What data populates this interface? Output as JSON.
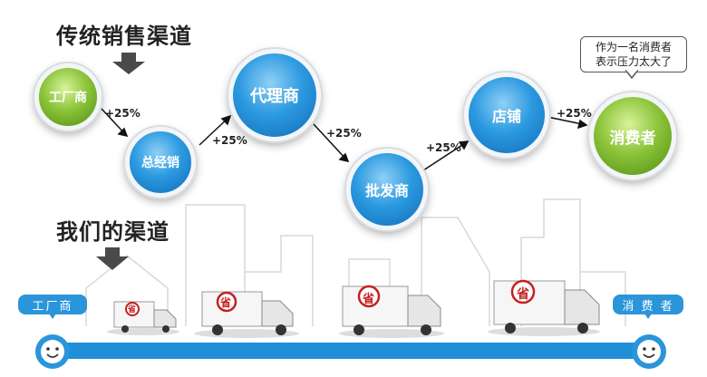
{
  "traditional": {
    "title": "传统销售渠道",
    "nodes": [
      "工厂商",
      "总经销",
      "代理商",
      "批发商",
      "店铺",
      "消费者"
    ],
    "markups": [
      "+25%",
      "+25%",
      "+25%",
      "+25%",
      "+25%"
    ],
    "speech": [
      "作为一名消费者",
      "表示压力太大了"
    ]
  },
  "ours": {
    "title": "我们的渠道",
    "start_label": "工厂商",
    "end_label": "消 费 者",
    "truck_stamp": "省"
  },
  "colors": {
    "blue": "#2b95da",
    "green": "#8cc43a",
    "bar": "#1f8fd8"
  }
}
